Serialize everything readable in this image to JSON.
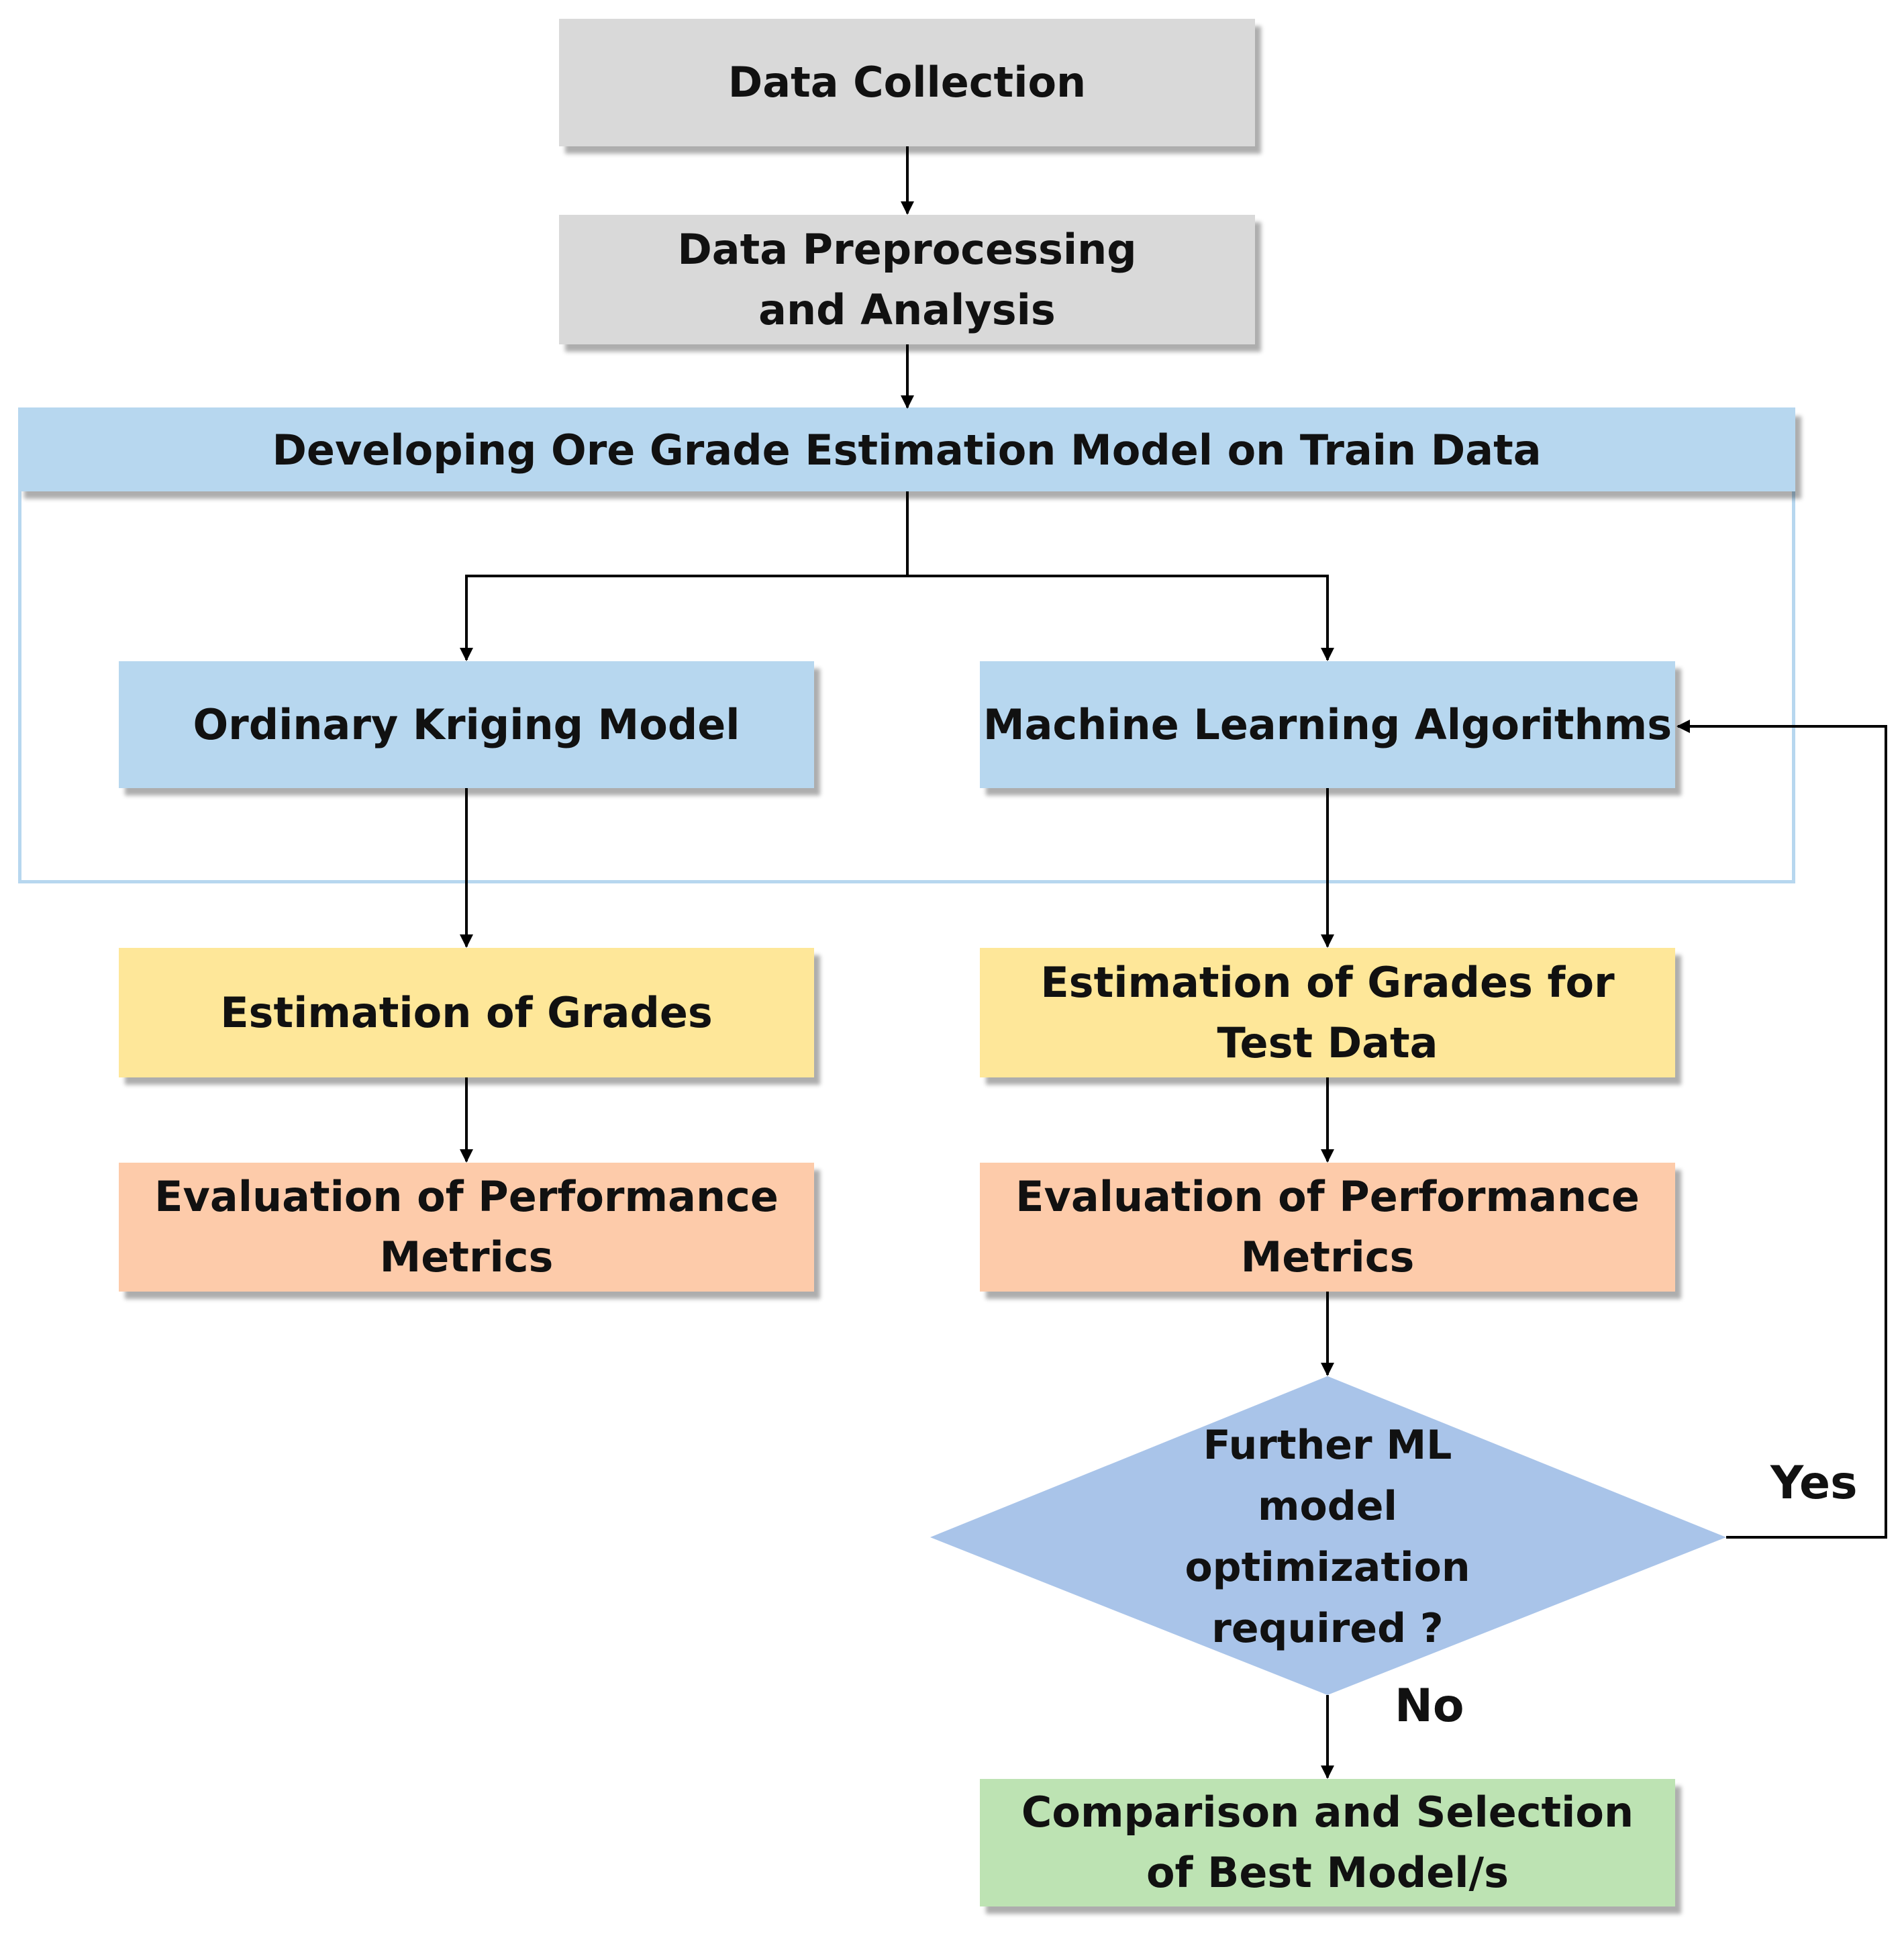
{
  "nodes": {
    "data_collection": "Data Collection",
    "preprocessing": "Data Preprocessing and Analysis",
    "developing": "Developing Ore Grade Estimation Model on Train Data",
    "kriging": "Ordinary Kriging Model",
    "ml_algorithms": "Machine Learning Algorithms",
    "estimation_grades": "Estimation of Grades",
    "estimation_grades_test": "Estimation of Grades for Test Data",
    "evaluation_left": "Evaluation of Performance Metrics",
    "evaluation_right": "Evaluation of Performance Metrics",
    "decision": "Further ML model optimization required ?",
    "comparison": "Comparison and Selection of Best Model/s"
  },
  "edge_labels": {
    "yes": "Yes",
    "no": "No"
  },
  "colors": {
    "gray": "#d9d9d9",
    "blue": "#b7d7ef",
    "yellow": "#fee799",
    "orange": "#fdcbaa",
    "green": "#bde3b3",
    "diamond": "#a9c4e9"
  }
}
